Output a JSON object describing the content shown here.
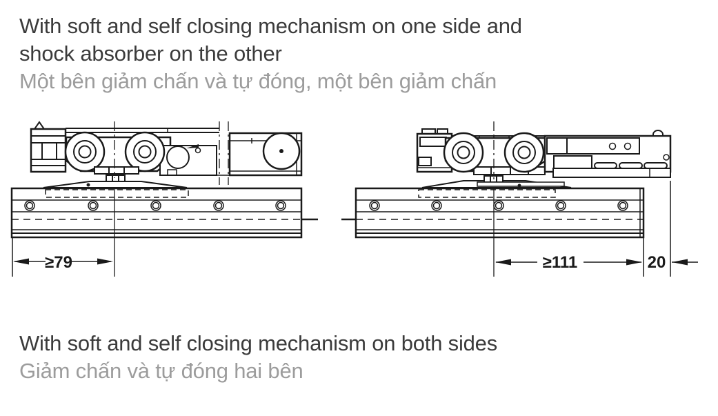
{
  "colors": {
    "text_primary": "#3b3b3b",
    "text_secondary": "#9c9c9c",
    "line_color": "#1a1a1a",
    "background": "#ffffff"
  },
  "sections": {
    "one_side": {
      "title_en_line1": "With soft and self closing mechanism on one side and",
      "title_en_line2": "shock absorber on the other",
      "title_vi": "Một bên giảm chấn và tự đóng, một bên giảm chấn"
    },
    "both_sides": {
      "title_en": "With soft and self closing mechanism on both sides",
      "title_vi": "Giảm chấn và tự đóng hai bên"
    }
  },
  "diagrams": {
    "left": {
      "dimensions": {
        "distance_min": "≥79"
      }
    },
    "right": {
      "dimensions": {
        "distance_min": "≥111",
        "edge_offset": "20"
      }
    }
  }
}
